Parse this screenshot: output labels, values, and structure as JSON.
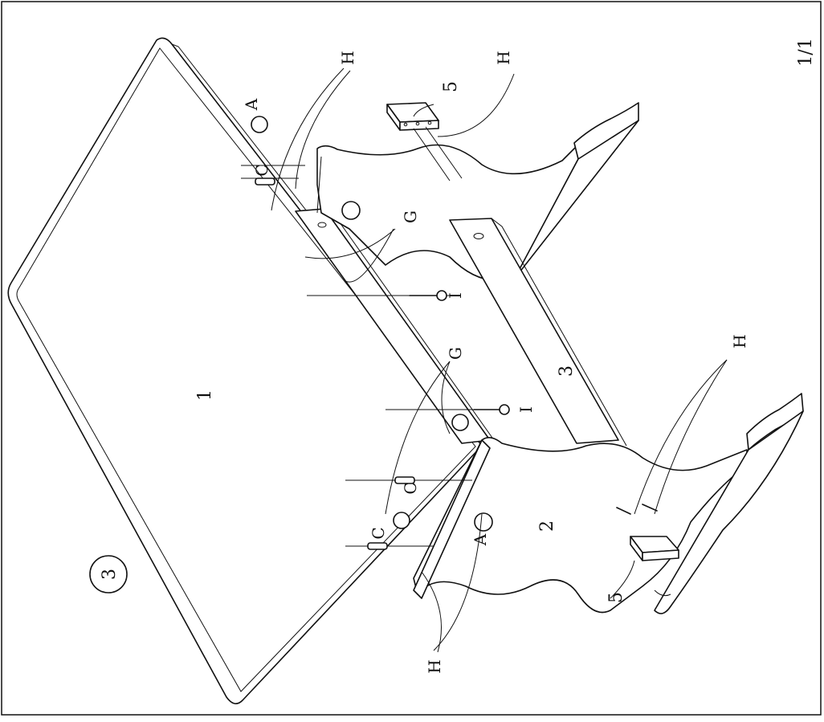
{
  "page_number": "1/1",
  "step_number": "3",
  "labels": {
    "tabletop": "1",
    "end_panel": "2",
    "stretcher": "3",
    "foot_pad": "5",
    "part_A": "A",
    "part_C": "C",
    "part_G": "G",
    "part_H": "H",
    "part_I": "I"
  }
}
